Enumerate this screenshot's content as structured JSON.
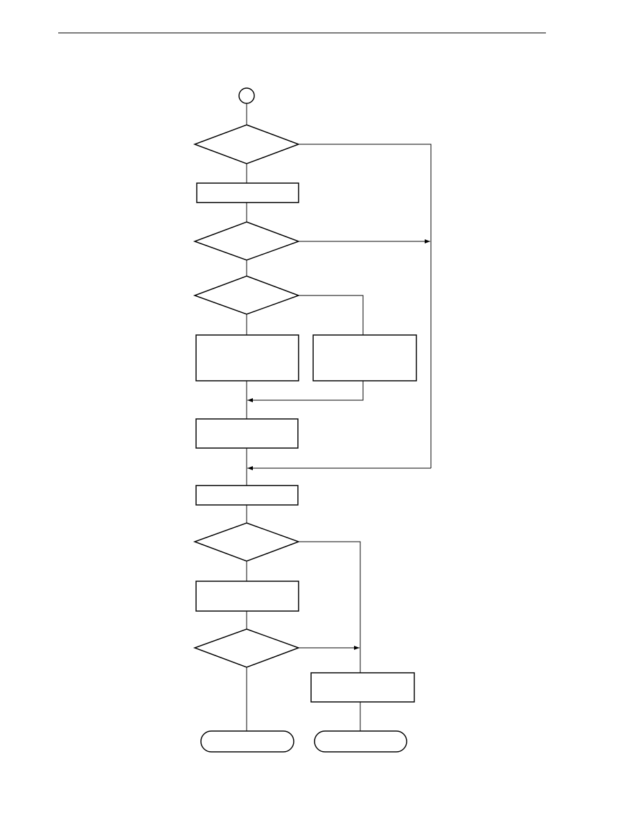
{
  "style": {
    "line_color": "#000000",
    "background": "#ffffff"
  },
  "flowchart": {
    "nodes": [
      {
        "id": "start",
        "shape": "connector",
        "label": ""
      },
      {
        "id": "decision-1",
        "shape": "decision",
        "label": ""
      },
      {
        "id": "process-1",
        "shape": "process",
        "label": ""
      },
      {
        "id": "decision-2",
        "shape": "decision",
        "label": ""
      },
      {
        "id": "decision-3",
        "shape": "decision",
        "label": ""
      },
      {
        "id": "process-2a",
        "shape": "process",
        "label": ""
      },
      {
        "id": "process-2b",
        "shape": "process",
        "label": ""
      },
      {
        "id": "process-3",
        "shape": "process",
        "label": ""
      },
      {
        "id": "process-4",
        "shape": "process",
        "label": ""
      },
      {
        "id": "decision-4",
        "shape": "decision",
        "label": ""
      },
      {
        "id": "process-5",
        "shape": "process",
        "label": ""
      },
      {
        "id": "decision-5",
        "shape": "decision",
        "label": ""
      },
      {
        "id": "process-6",
        "shape": "process",
        "label": ""
      },
      {
        "id": "end-1",
        "shape": "terminator",
        "label": ""
      },
      {
        "id": "end-2",
        "shape": "terminator",
        "label": ""
      }
    ],
    "edges": [
      {
        "from": "start",
        "to": "decision-1"
      },
      {
        "from": "decision-1",
        "to": "process-1"
      },
      {
        "from": "decision-1",
        "to": "process-4"
      },
      {
        "from": "process-1",
        "to": "decision-2"
      },
      {
        "from": "decision-2",
        "to": "decision-3"
      },
      {
        "from": "decision-2",
        "to": "process-4"
      },
      {
        "from": "decision-3",
        "to": "process-2a"
      },
      {
        "from": "decision-3",
        "to": "process-2b"
      },
      {
        "from": "process-2a",
        "to": "process-3"
      },
      {
        "from": "process-2b",
        "to": "process-3"
      },
      {
        "from": "process-3",
        "to": "process-4"
      },
      {
        "from": "process-4",
        "to": "decision-4"
      },
      {
        "from": "decision-4",
        "to": "process-5"
      },
      {
        "from": "decision-4",
        "to": "process-6"
      },
      {
        "from": "process-5",
        "to": "decision-5"
      },
      {
        "from": "decision-5",
        "to": "end-1"
      },
      {
        "from": "decision-5",
        "to": "process-6"
      },
      {
        "from": "process-6",
        "to": "end-2"
      }
    ]
  }
}
